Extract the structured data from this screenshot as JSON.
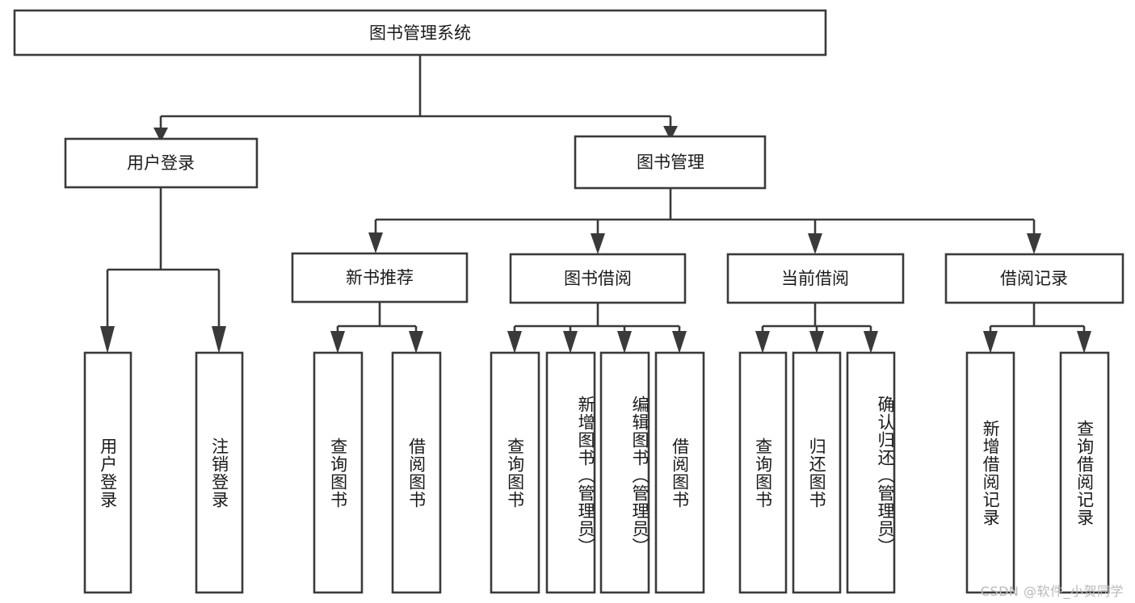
{
  "diagram": {
    "type": "tree",
    "title": "图书管理系统",
    "watermark": "CSDN @软件_小贺同学",
    "colors": {
      "stroke": "#3a3a3a",
      "fill": "#ffffff",
      "text": "#1a1a1a",
      "watermark": "#b9b9b9",
      "background": "#ffffff"
    },
    "root": {
      "label": "图书管理系统"
    },
    "level2": [
      {
        "label": "用户登录"
      },
      {
        "label": "图书管理"
      }
    ],
    "level3": [
      {
        "label": "新书推荐"
      },
      {
        "label": "图书借阅"
      },
      {
        "label": "当前借阅"
      },
      {
        "label": "借阅记录"
      }
    ],
    "leaves": {
      "user_login": [
        {
          "label": "用户登录"
        },
        {
          "label": "注销登录"
        }
      ],
      "new_book": [
        {
          "label": "查询图书"
        },
        {
          "label": "借阅图书"
        }
      ],
      "book_borrow": [
        {
          "label": "查询图书"
        },
        {
          "label": "新增图书（管理员）"
        },
        {
          "label": "编辑图书（管理员）"
        },
        {
          "label": "借阅图书"
        }
      ],
      "current_borrow": [
        {
          "label": "查询图书"
        },
        {
          "label": "归还图书"
        },
        {
          "label": "确认归还（管理员）"
        }
      ],
      "borrow_record": [
        {
          "label": "新增借阅记录"
        },
        {
          "label": "查询借阅记录"
        }
      ]
    }
  }
}
